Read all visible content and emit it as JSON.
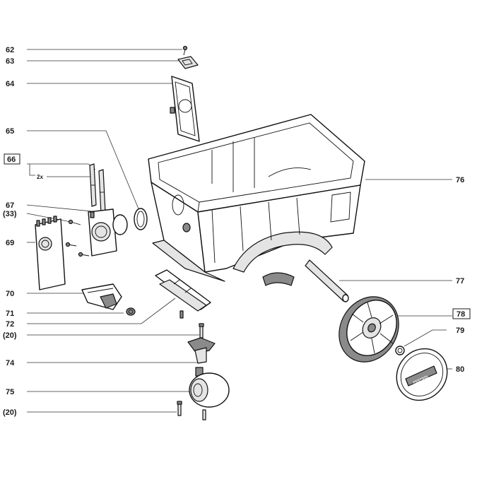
{
  "callouts": {
    "c62": "62",
    "c63": "63",
    "c64": "64",
    "c65": "65",
    "c66": "66",
    "c66_qty": "2x",
    "c67": "67",
    "c33": "(33)",
    "c69": "69",
    "c70": "70",
    "c71": "71",
    "c72": "72",
    "c20a": "(20)",
    "c74": "74",
    "c75": "75",
    "c20b": "(20)",
    "c76": "76",
    "c77": "77",
    "c78": "78",
    "c79": "79",
    "c80": "80"
  },
  "logo_text": "FESTOOL"
}
